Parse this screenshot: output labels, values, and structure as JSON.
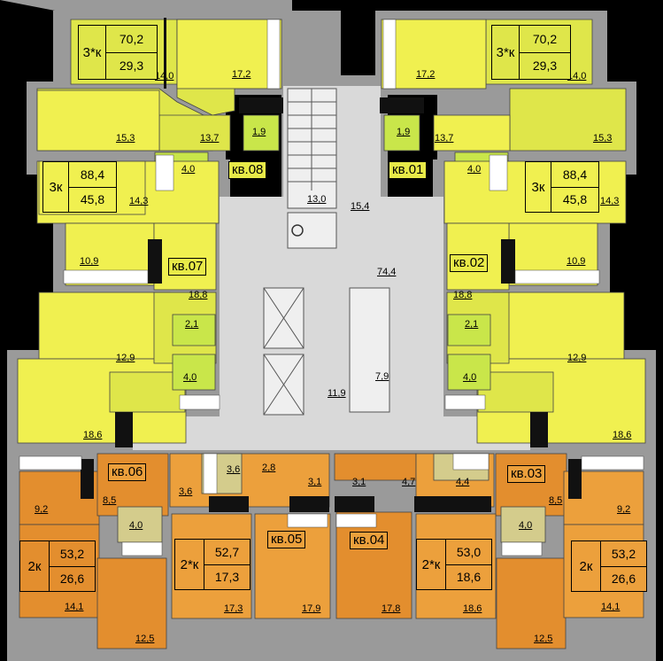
{
  "colors": {
    "wall": "#9a9a9a",
    "hall": "#d9d9d9",
    "yellow": "#f0f050",
    "yellow2": "#dfe64a",
    "orange": "#eca03c",
    "orange2": "#e38e2e",
    "bath": "#c9e64a",
    "background": "#000000"
  },
  "apartments": [
    {
      "id": "kv01",
      "label": "кв.01",
      "rooms": "3*к",
      "total": "70,2",
      "living": "29,3"
    },
    {
      "id": "kv02",
      "label": "кв.02",
      "rooms": "3к",
      "total": "88,4",
      "living": "45,8"
    },
    {
      "id": "kv03",
      "label": "кв.03",
      "rooms": "2к",
      "total": "53,2",
      "living": "26,6"
    },
    {
      "id": "kv04",
      "label": "кв.04",
      "rooms": "2*к",
      "total": "53,0",
      "living": "18,6"
    },
    {
      "id": "kv05",
      "label": "кв.05",
      "rooms": "2*к",
      "total": "52,7",
      "living": "17,3"
    },
    {
      "id": "kv06",
      "label": "кв.06",
      "rooms": "2к",
      "total": "53,2",
      "living": "26,6"
    },
    {
      "id": "kv07",
      "label": "кв.07",
      "rooms": "3к",
      "total": "88,4",
      "living": "45,8"
    },
    {
      "id": "kv08",
      "label": "кв.08",
      "rooms": "3*к",
      "total": "70,2",
      "living": "29,3"
    }
  ],
  "rooms": {
    "kv08": [
      "17,2",
      "14,0",
      "15,3",
      "13,7",
      "1,9",
      "4,0"
    ],
    "kv01": [
      "17,2",
      "14,0",
      "15,3",
      "13,7",
      "1,9",
      "4,0"
    ],
    "kv07": [
      "14,3",
      "10,9",
      "18,8",
      "2,1",
      "12,9",
      "4,0",
      "18,6"
    ],
    "kv02": [
      "14,3",
      "10,9",
      "18,8",
      "2,1",
      "12,9",
      "4,0",
      "18,6"
    ],
    "kv06": [
      "9,2",
      "8,5",
      "4,0",
      "14,1",
      "12,5"
    ],
    "kv05": [
      "3,6",
      "3,6",
      "2,8",
      "3,1",
      "17,3",
      "17,9"
    ],
    "kv04": [
      "3,1",
      "4,7",
      "4,4",
      "17,8",
      "18,6"
    ],
    "kv03": [
      "8,5",
      "9,2",
      "4,0",
      "14,1",
      "12,5"
    ]
  },
  "common": {
    "stair": "13,0",
    "vestibule": "15,4",
    "hall": "74,4",
    "lift_hall": "11,9",
    "shaft": "7,9"
  }
}
